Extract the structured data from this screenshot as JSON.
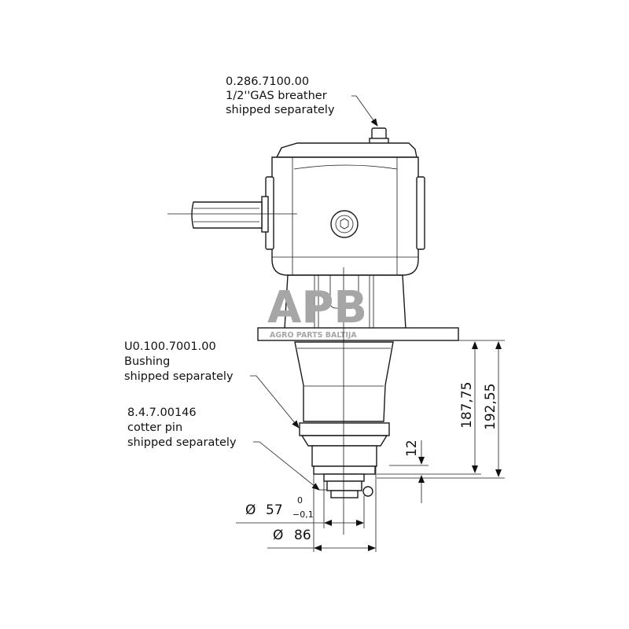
{
  "callouts": {
    "breather": {
      "part_no": "0.286.7100.00",
      "desc": "1/2''GAS breather",
      "note": "shipped separately"
    },
    "bushing": {
      "part_no": "U0.100.7001.00",
      "desc": "Bushing",
      "note": "shipped separately"
    },
    "cotter_pin": {
      "part_no": "8.4.7.00146",
      "desc": "cotter pin",
      "note": "shipped separately"
    }
  },
  "dimensions": {
    "height_1": "187,75",
    "height_2": "192,55",
    "offset": "12",
    "diameter_1": {
      "symbol": "Ø",
      "value": "57",
      "tol_upper": "0",
      "tol_lower": "−0,1"
    },
    "diameter_2": {
      "symbol": "Ø",
      "value": "86"
    }
  },
  "watermark": {
    "logo": "APB",
    "text": "AGRO PARTS BALTIJA"
  }
}
